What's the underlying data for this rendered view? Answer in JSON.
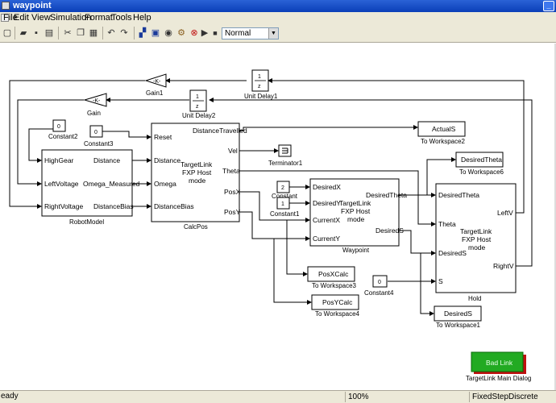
{
  "window": {
    "title": "waypoint"
  },
  "menu": [
    "File",
    "Edit",
    "View",
    "Simulation",
    "Format",
    "Tools",
    "Help"
  ],
  "toolbar": {
    "mode": "Normal"
  },
  "status": {
    "left": "eady",
    "zoom": "100%",
    "solver": "FixedStepDiscrete"
  },
  "model": {
    "gain1": {
      "value": "-K-",
      "label": "Gain1"
    },
    "gain": {
      "value": "-K-",
      "label": "Gain"
    },
    "unit_delay1": {
      "num": "1",
      "den": "z",
      "label": "Unit Delay1"
    },
    "unit_delay2": {
      "num": "1",
      "den": "z",
      "label": "Unit Delay2"
    },
    "constant2": {
      "value": "0",
      "label": "Constant2"
    },
    "constant3": {
      "value": "0",
      "label": "Constant3"
    },
    "constant": {
      "value": "2",
      "label": "Constant"
    },
    "constant1": {
      "value": "1",
      "label": "Constant1"
    },
    "constant4": {
      "value": "0",
      "label": "Constant4"
    },
    "robotmodel": {
      "label": "RobotModel",
      "in": [
        "HighGear",
        "LeftVoltage",
        "RightVoltage"
      ],
      "out": [
        "Distance",
        "Omega_Measured",
        "DistanceBias"
      ]
    },
    "calcpos": {
      "label": "CalcPos",
      "in": [
        "Reset",
        "Distance",
        "Omega",
        "DistanceBias"
      ],
      "out": [
        "DistanceTravelled",
        "Vel",
        "Theta",
        "PosX",
        "PosY"
      ],
      "center": [
        "TargetLink",
        "FXP Host",
        "mode"
      ]
    },
    "waypoint": {
      "label": "Waypoint",
      "in": [
        "DesiredX",
        "DesiredY",
        "CurrentX",
        "CurrentY"
      ],
      "out": [
        "DesiredTheta",
        "DesiredS"
      ],
      "center": [
        "TargetLink",
        "FXP Host",
        "mode"
      ]
    },
    "hold": {
      "label": "Hold",
      "in": [
        "DesiredTheta",
        "Theta",
        "DesiredS",
        "S"
      ],
      "out": [
        "LeftV",
        "RightV"
      ],
      "center": [
        "TargetLink",
        "FXP Host",
        "mode"
      ]
    },
    "terminator1": {
      "label": "Terminator1"
    },
    "ws2": {
      "value": "ActualS",
      "label": "To Workspace2"
    },
    "ws6": {
      "value": "DesiredTheta",
      "label": "To Workspace6"
    },
    "ws3": {
      "value": "PosXCalc",
      "label": "To Workspace3"
    },
    "ws4": {
      "value": "PosYCalc",
      "label": "To Workspace4"
    },
    "ws1": {
      "value": "DesiredS",
      "label": "To Workspace1"
    },
    "badlink": {
      "value": "Bad Link",
      "label": "TargetLink Main Dialog",
      "color": "#22aa22"
    }
  }
}
